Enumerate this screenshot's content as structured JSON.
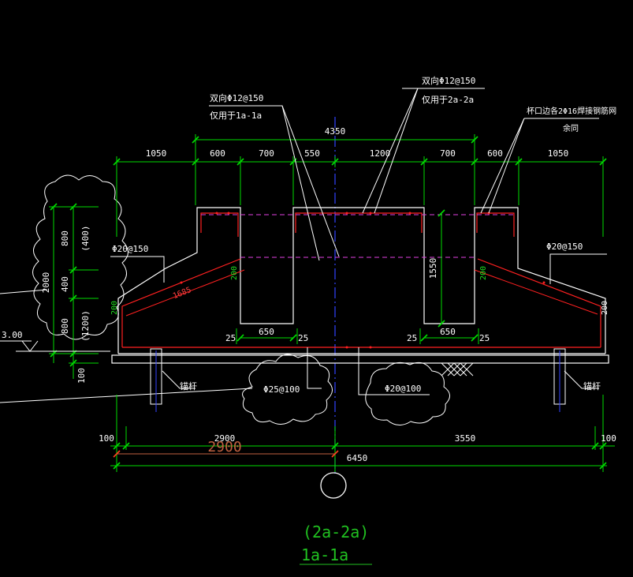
{
  "colors": {
    "background": "#000000",
    "outline": "#ffffff",
    "dimension": "#00dd00",
    "rebar": "#ff2020",
    "centerline": "#3344ff",
    "hidden_rebar": "#e040e0",
    "title": "#20c020",
    "overall_dim": "#c06040"
  },
  "dimensions": {
    "overall_top": "4350",
    "top_row": [
      "1050",
      "600",
      "700",
      "550",
      "1200",
      "700",
      "600",
      "1050"
    ],
    "left_vertical_total": "2000",
    "left_vertical_parts": [
      "800",
      "400",
      "800",
      "100"
    ],
    "left_vertical_alt": [
      "(400)",
      "(1200)"
    ],
    "slope_left_length": "1685",
    "slope_thickness_left": "200",
    "slope_thickness_inner": "200",
    "slope_thickness_right_inner": "200",
    "slope_thickness_right": "200",
    "pit_depth": "1550",
    "pit_width_left": "650",
    "pit_width_right": "650",
    "cover_a": "25",
    "cover_b": "25",
    "cover_c": "25",
    "cover_d": "25",
    "bottom_end_left": "100",
    "bottom_left": "2900",
    "bottom_right": "3550",
    "bottom_end_right": "100",
    "bottom_overlay": "2900",
    "bottom_total": "6450",
    "elevation": "3.00"
  },
  "annotations": {
    "rebar_note_left_1": "双向Φ12@150",
    "rebar_note_left_2": "仅用于1a-1a",
    "rebar_note_mid_1": "双向Φ12@150",
    "rebar_note_mid_2": "仅用于2a-2a",
    "rebar_note_right_1": "杯口边各2Φ16焊接钢筋网",
    "rebar_note_right_2": "余同",
    "slope_bar_left": "Φ20@150",
    "slope_bar_right": "Φ20@150",
    "bottom_bar_left": "Φ25@100",
    "bottom_bar_right": "Φ20@100",
    "anchor_left": "锚杆",
    "anchor_right": "锚杆"
  },
  "titles": {
    "section_alt": "(2a-2a)",
    "section": "1a-1a"
  }
}
